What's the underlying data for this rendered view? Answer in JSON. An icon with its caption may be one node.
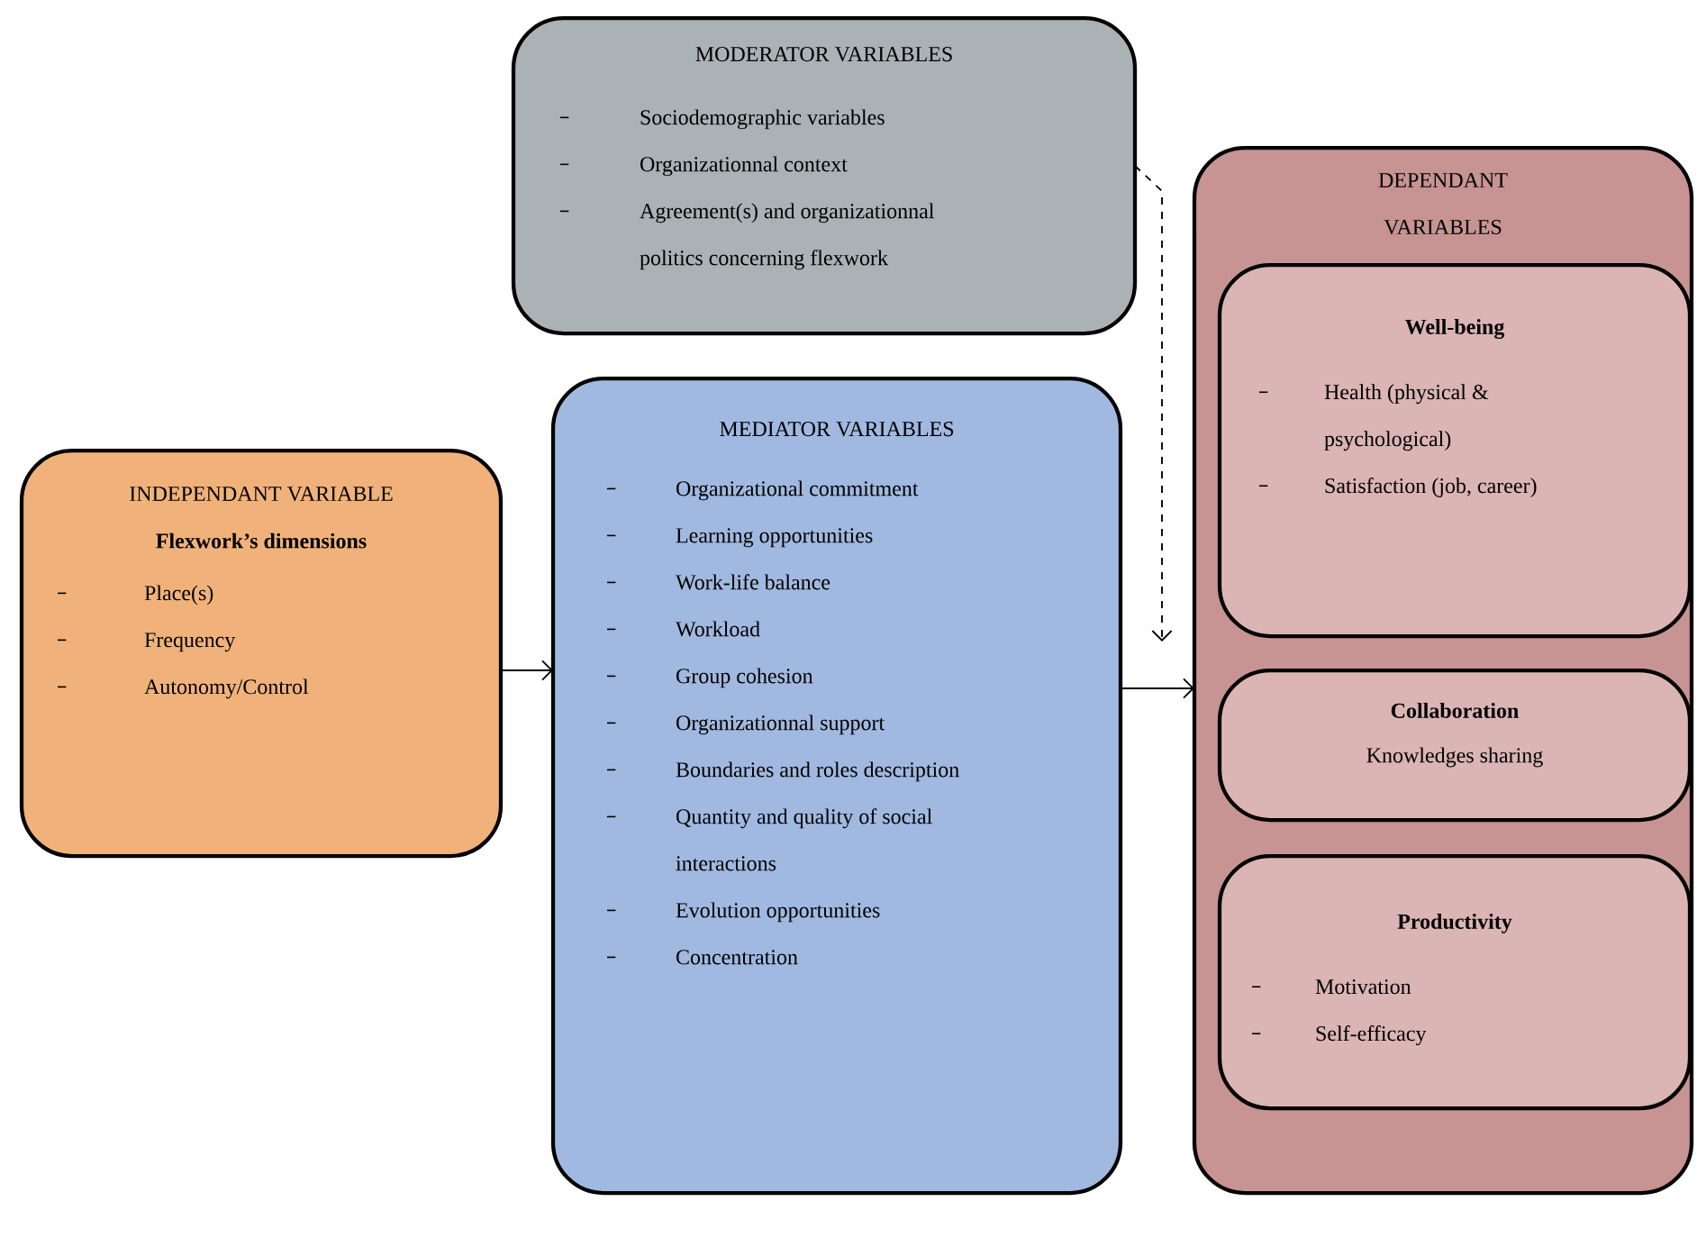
{
  "diagram": {
    "nodes": [
      {
        "text": [
          "MODERATOR VARIABLES",
          "Sociodemographic variables",
          "Organizationnal context",
          "Agreement(s) and organizationnal politics concerning flexwork"
        ]
      },
      {
        "text": [
          "INDEPENDANT VARIABLE",
          "Flexwork’s dimensions",
          "Place(s)",
          "Frequency",
          "Autonomy/Control"
        ]
      },
      {
        "text": [
          "MEDIATOR VARIABLES",
          "Organizational commitment",
          "Learning opportunities",
          "Work-life balance",
          "Workload",
          "Group cohesion",
          "Organizationnal support",
          "Boundaries and roles description",
          "Quantity and quality of social interactions",
          "Evolution opportunities",
          "Concentration"
        ]
      },
      {
        "text": [
          "DEPENDANT VARIABLES"
        ]
      },
      {
        "text": [
          "Well-being",
          "Health (physical & psychological)",
          "Satisfaction (job, career)"
        ],
        "in": 3
      },
      {
        "text": [
          "Collaboration",
          "Knowledges sharing"
        ],
        "in": 3
      },
      {
        "text": [
          "Productivity",
          "Motivation",
          "Self-efficacy"
        ],
        "in": 3
      }
    ],
    "edges": [
      {
        "from": 1,
        "to": 2,
        "arrow": "to"
      },
      {
        "from": 2,
        "to": 3,
        "arrow": "to"
      },
      {
        "from": 0,
        "to": null,
        "arrow": "to",
        "style": "dashed"
      }
    ]
  }
}
